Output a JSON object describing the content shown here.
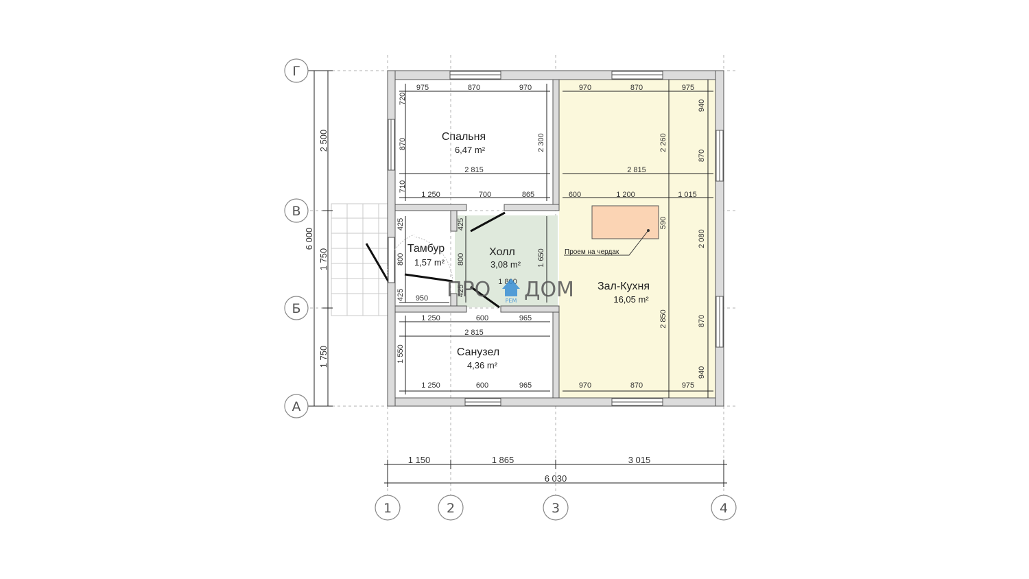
{
  "colors": {
    "wall_fill": "#dcdcdc",
    "wall_stroke": "#555555",
    "hall_fill": "#dfe9dc",
    "living_fill": "#fbf8dc",
    "attic_hatch_fill": "#fbd4b4",
    "logo_house": "#3a8fd6"
  },
  "axes": {
    "letters": [
      "Г",
      "В",
      "Б",
      "А"
    ],
    "numbers": [
      "1",
      "2",
      "3",
      "4"
    ]
  },
  "rooms": {
    "bedroom": {
      "name": "Спальня",
      "area": "6,47 m²"
    },
    "vestibule": {
      "name": "Тамбур",
      "area": "1,57 m²"
    },
    "hall": {
      "name": "Холл",
      "area": "3,08 m²"
    },
    "bathroom": {
      "name": "Санузел",
      "area": "4,36 m²"
    },
    "living": {
      "name": "Зал-Кухня",
      "area": "16,05 m²"
    }
  },
  "attic_opening": {
    "label": "Проем на чердак"
  },
  "dimensions": {
    "bottom_row": [
      "1 150",
      "1 865",
      "3 015"
    ],
    "bottom_total": "6 030",
    "left_segments": [
      "2 500",
      "1 750",
      "1 750"
    ],
    "left_total": "6 000",
    "bedroom_top": [
      "975",
      "870",
      "970"
    ],
    "bedroom_left": [
      "720",
      "870",
      "710"
    ],
    "bedroom_right": "2 300",
    "bedroom_width": "2 815",
    "bedroom_bottom": [
      "1 250",
      "700",
      "865"
    ],
    "living_top": [
      "970",
      "870",
      "975"
    ],
    "living_right_top": [
      "940",
      "870"
    ],
    "living_inner_top": "2 260",
    "living_width": "2 815",
    "living_mid": [
      "600",
      "1 200",
      "1 015"
    ],
    "hatch_height": "590",
    "living_right_mid": "2 080",
    "living_inner_bottom": "2 850",
    "living_right_bottom": [
      "870",
      "940"
    ],
    "living_bottom": [
      "970",
      "870",
      "975"
    ],
    "vestibule_left": [
      "425",
      "800",
      "425"
    ],
    "vestibule_bottom": "950",
    "hall_left": [
      "425",
      "800",
      "425"
    ],
    "hall_right": "1 650",
    "hall_bottom": "1 800",
    "bath_top": [
      "1 250",
      "600",
      "965"
    ],
    "bath_width": "2 815",
    "bath_left": "1 550",
    "bath_bottom": [
      "1 250",
      "600",
      "965"
    ]
  },
  "logo": {
    "left": "ПРО",
    "right": "ДОМ",
    "sub": "РЕМ"
  }
}
